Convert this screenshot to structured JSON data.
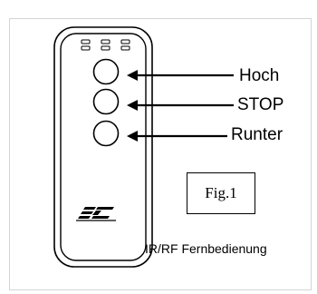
{
  "labels": {
    "hoch": "Hoch",
    "stop": "STOP",
    "runter": "Runter"
  },
  "figure_label": "Fig.1",
  "caption": "IR/RF Fernbedienung",
  "logo_text": "ESC",
  "colors": {
    "line": "#000000",
    "frame": "#d4d4d4",
    "background": "#ffffff"
  }
}
